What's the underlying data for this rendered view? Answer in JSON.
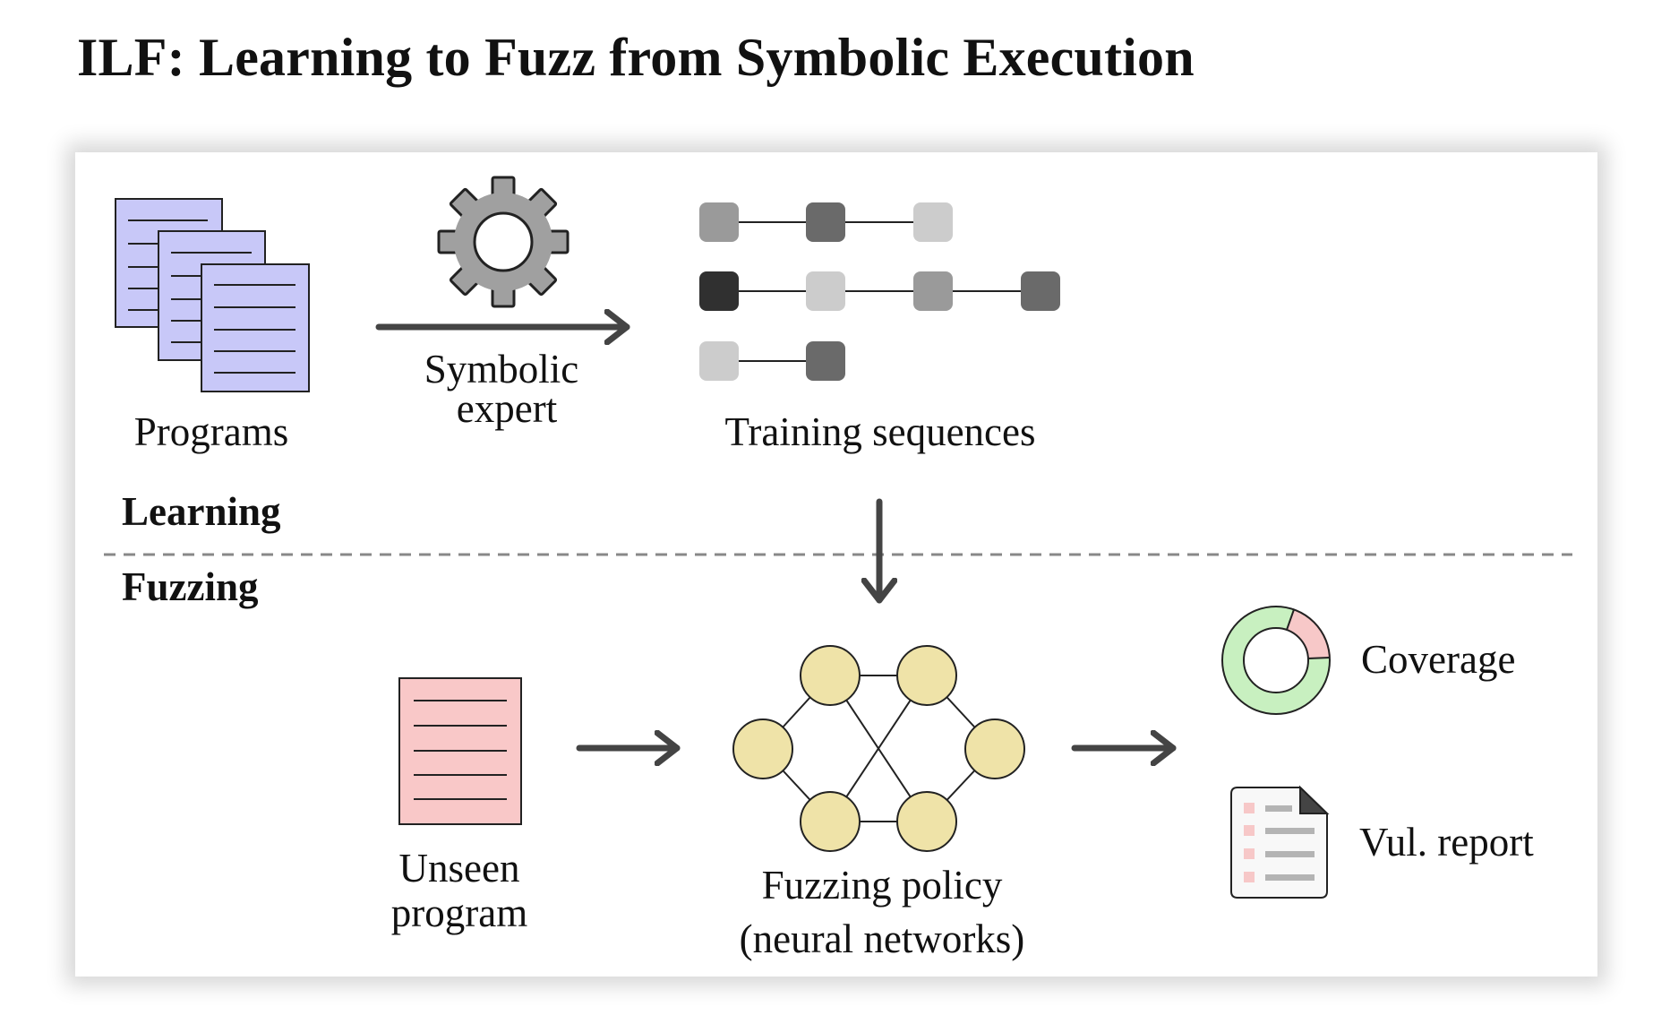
{
  "title": "ILF: Learning to Fuzz from Symbolic Execution",
  "sections": {
    "learning": "Learning",
    "fuzzing": "Fuzzing"
  },
  "learning": {
    "programs_label": "Programs",
    "expert_label_line1": "Symbolic",
    "expert_label_line2": "expert",
    "training_label": "Training sequences"
  },
  "fuzzing": {
    "unseen_line1": "Unseen",
    "unseen_line2": "program",
    "policy_line1": "Fuzzing policy",
    "policy_line2": "(neural networks)",
    "coverage_label": "Coverage",
    "report_label": "Vul. report"
  },
  "icons": {
    "programs": "document-stack-icon",
    "expert": "gear-icon",
    "unseen": "document-icon",
    "policy": "neural-network-icon",
    "coverage": "donut-chart-icon",
    "report": "report-document-icon"
  },
  "colors": {
    "programs_fill": "#c8c8f8",
    "unseen_fill": "#f9c8c8",
    "neuron_fill": "#efe3a8",
    "coverage_green": "#c8f0c0",
    "coverage_pink": "#f7c8c8",
    "gear_fill": "#a0a0a0",
    "arrow": "#444444"
  }
}
